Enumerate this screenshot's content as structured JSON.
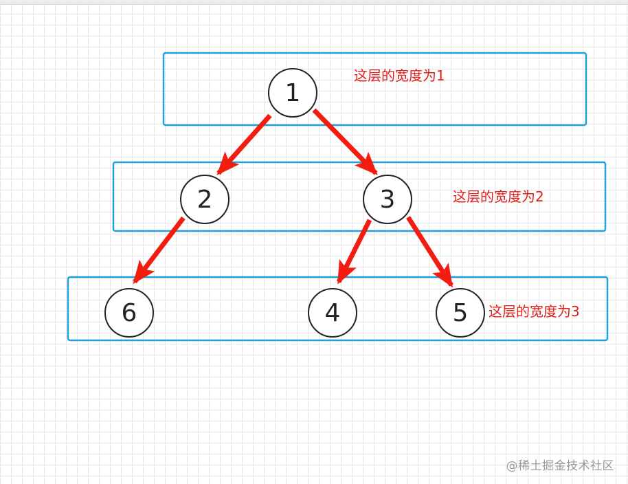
{
  "colors": {
    "level_box": "#1ea1e0",
    "arrow": "#f21d10",
    "label": "#e02018",
    "node_stroke": "#222222"
  },
  "nodes": [
    {
      "id": "n1",
      "label": "1"
    },
    {
      "id": "n2",
      "label": "2"
    },
    {
      "id": "n3",
      "label": "3"
    },
    {
      "id": "n6",
      "label": "6"
    },
    {
      "id": "n4",
      "label": "4"
    },
    {
      "id": "n5",
      "label": "5"
    }
  ],
  "edges": [
    {
      "from": "1",
      "to": "2"
    },
    {
      "from": "1",
      "to": "3"
    },
    {
      "from": "2",
      "to": "6"
    },
    {
      "from": "3",
      "to": "4"
    },
    {
      "from": "3",
      "to": "5"
    }
  ],
  "levels": [
    {
      "label": "这层的宽度为1"
    },
    {
      "label": "这层的宽度为2"
    },
    {
      "label": "这层的宽度为3"
    }
  ],
  "watermark": "@稀土掘金技术社区"
}
